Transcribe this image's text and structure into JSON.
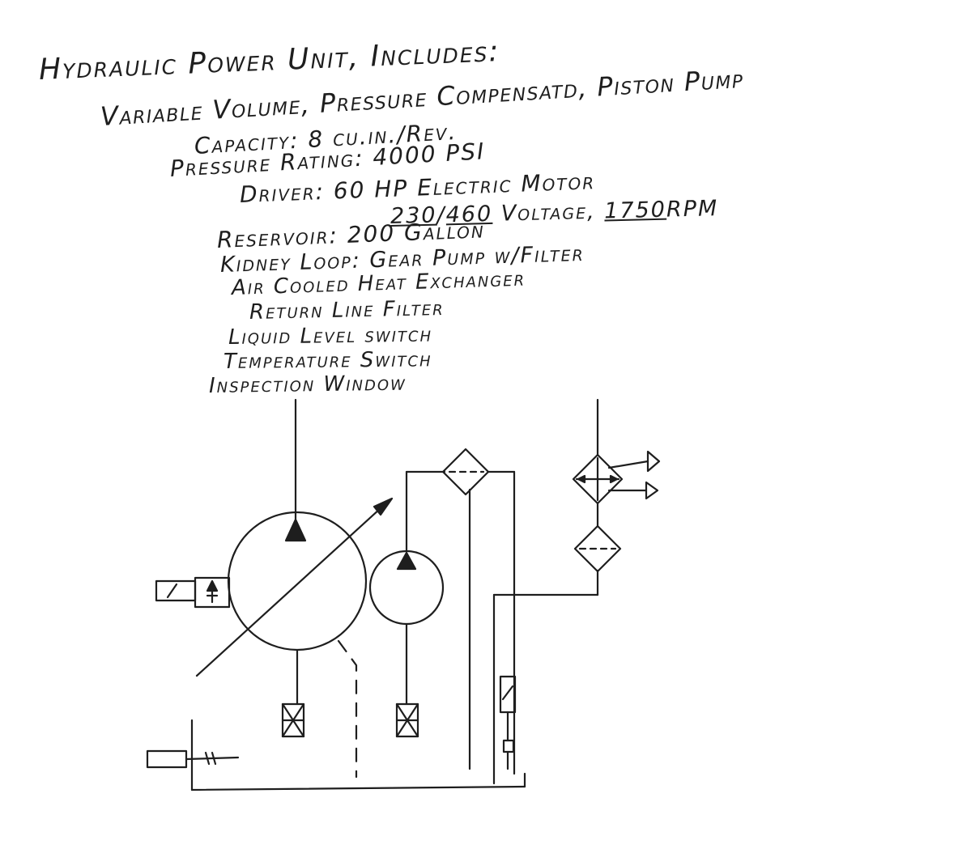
{
  "notes": {
    "title": "Hydraulic Power Unit, Includes:",
    "pump": "Variable Volume, Pressure Compensatd, Piston Pump",
    "capacity": "Capacity: 8 cu.in./Rev.",
    "pressure_rating": "Pressure Rating: 4000 PSI",
    "driver": "Driver: 60 HP Electric Motor",
    "voltage_a": "230",
    "voltage_sep": "/",
    "voltage_b": "460",
    "voltage_mid": " Voltage, ",
    "rpm": "1750",
    "rpm_unit": "RPM",
    "reservoir": "Reservoir: 200 Gallon",
    "kidney_loop": "Kidney Loop: Gear Pump w/Filter",
    "heat_exchanger": "Air Cooled Heat Exchanger",
    "return_filter": "Return Line Filter",
    "level_switch": "Liquid Level switch",
    "temp_switch": "Temperature Switch",
    "inspection_window": "Inspection Window"
  }
}
